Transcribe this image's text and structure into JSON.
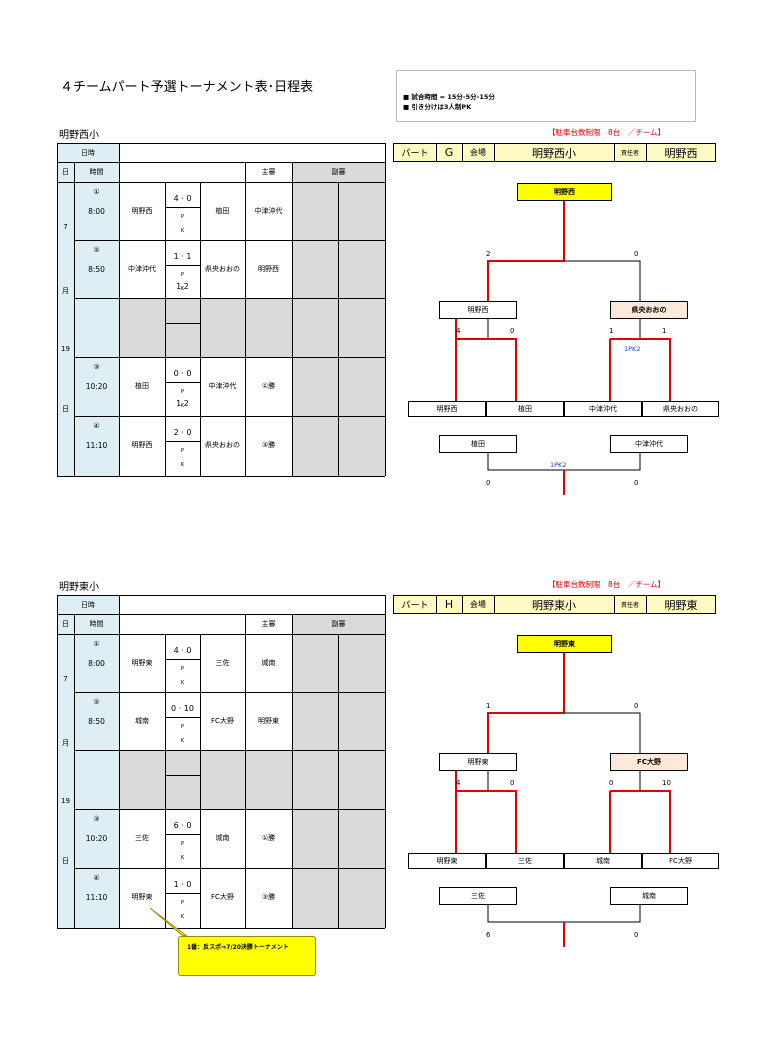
{
  "title": "４チームパート予選トーナメント表･日程表",
  "notes": [
    "■ 試合時間 = 15分-5分-15分",
    "■ 引き分けは3人制PK"
  ],
  "labels": {
    "nichiji": "日時",
    "hi": "日",
    "jikan": "時間",
    "shuban": "主審",
    "fukushin": "副審",
    "part": "パート",
    "kaijo": "会場",
    "sekininsha": "責任者",
    "pk_p": "P",
    "pk_k": "K"
  },
  "date_labels": [
    "7",
    "月",
    "19",
    "日"
  ],
  "sections": [
    {
      "venue_label": "明野西小",
      "parking": "【駐車台数制限　8台　／チーム】",
      "part": "G",
      "venue": "明野西小",
      "manager": "明野西",
      "matches": [
        {
          "no": "①",
          "time": "8:00",
          "team_a": "明野西",
          "score": "4 · 0",
          "pk": "",
          "team_b": "植田",
          "referee": "中津沖代"
        },
        {
          "no": "②",
          "time": "8:50",
          "team_a": "中津沖代",
          "score": "1 · 1",
          "pk": "1   2",
          "team_b": "県央おおの",
          "referee": "明野西"
        },
        {
          "no": "③",
          "time": "10:20",
          "team_a": "植田",
          "score": "0 · 0",
          "pk": "1   2",
          "team_b": "中津沖代",
          "referee": "①勝"
        },
        {
          "no": "④",
          "time": "11:10",
          "team_a": "明野西",
          "score": "2 · 0",
          "pk": "",
          "team_b": "県央おおの",
          "referee": "③勝"
        }
      ],
      "bracket": {
        "winner": "明野西",
        "final_scores": [
          "2",
          "0"
        ],
        "semi": [
          "明野西",
          "県央おおの"
        ],
        "semi_scores": [
          "4",
          "0",
          "1",
          "1"
        ],
        "semi_pk": "1PK2",
        "teams": [
          "明野西",
          "植田",
          "中津沖代",
          "県央おおの"
        ],
        "third": [
          "植田",
          "中津沖代"
        ],
        "third_pk": "1PK2",
        "third_scores": [
          "0",
          "0"
        ]
      }
    },
    {
      "venue_label": "明野東小",
      "parking": "【駐車台数制限　8台　／チーム】",
      "part": "H",
      "venue": "明野東小",
      "manager": "明野東",
      "matches": [
        {
          "no": "①",
          "time": "8:00",
          "team_a": "明野東",
          "score": "4 · 0",
          "pk": "",
          "team_b": "三佐",
          "referee": "城南"
        },
        {
          "no": "②",
          "time": "8:50",
          "team_a": "城南",
          "score": "0 · 10",
          "pk": "",
          "team_b": "FC大野",
          "referee": "明野東"
        },
        {
          "no": "③",
          "time": "10:20",
          "team_a": "三佐",
          "score": "6 · 0",
          "pk": "",
          "team_b": "城南",
          "referee": "①勝"
        },
        {
          "no": "④",
          "time": "11:10",
          "team_a": "明野東",
          "score": "1 · 0",
          "pk": "",
          "team_b": "FC大野",
          "referee": "③勝"
        }
      ],
      "bracket": {
        "winner": "明野東",
        "final_scores": [
          "1",
          "0"
        ],
        "semi": [
          "明野東",
          "FC大野"
        ],
        "semi_scores": [
          "4",
          "0",
          "0",
          "10"
        ],
        "semi_pk": "",
        "teams": [
          "明野東",
          "三佐",
          "城南",
          "FC大野"
        ],
        "third": [
          "三佐",
          "城南"
        ],
        "third_pk": "",
        "third_scores": [
          "6",
          "0"
        ]
      },
      "callout": "1番：反スポ⇒7/20決勝トーナメント"
    }
  ],
  "colors": {
    "bracket_line": "#e00000",
    "winner_box": "#ffff00",
    "time_col": "#ddeef5",
    "gray_cell": "#d9d9d9",
    "parking_text": "#dd0000"
  }
}
